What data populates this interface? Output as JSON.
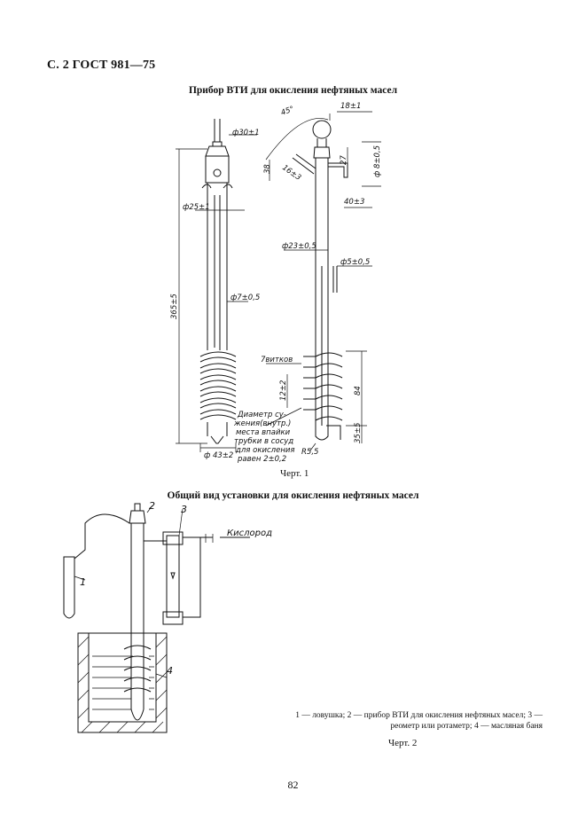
{
  "header": "С. 2 ГОСТ 981—75",
  "figure1": {
    "title": "Прибор ВТИ для окисления нефтяных масел",
    "caption": "Черт. 1",
    "labels": {
      "d30": "ф30±1",
      "d25": "ф25±1",
      "d7": "ф7±0,5",
      "d43": "ф 43±2",
      "len365": "365±5",
      "d23": "ф23±0,5",
      "d5": "ф5±0,5",
      "d8": "ф 8±0,5",
      "angle45": "45°",
      "r18": "18±1",
      "h38": "38",
      "h16": "16±3",
      "h27": "27",
      "w40": "40±3",
      "turns": "7витков",
      "h12": "12±2",
      "h84": "84",
      "h35": "35±5",
      "r55": "R5,5",
      "note": [
        "Диаметр су-",
        "жения(внутр.)",
        "места впайки",
        "трубки в сосуд",
        "для окисления",
        "равен 2±0,2"
      ]
    }
  },
  "figure2": {
    "title": "Общий вид установки для окисления нефтяных масел",
    "caption": "Черт. 2",
    "labels": {
      "n1": "1",
      "n2": "2",
      "n3": "3",
      "n4": "4",
      "oxygen": "Кислород"
    },
    "legend": "1 — ловушка; 2 — прибор ВТИ для окисления нефтяных масел; 3 — реометр или ротаметр; 4 — масляная баня"
  },
  "page_number": "82"
}
